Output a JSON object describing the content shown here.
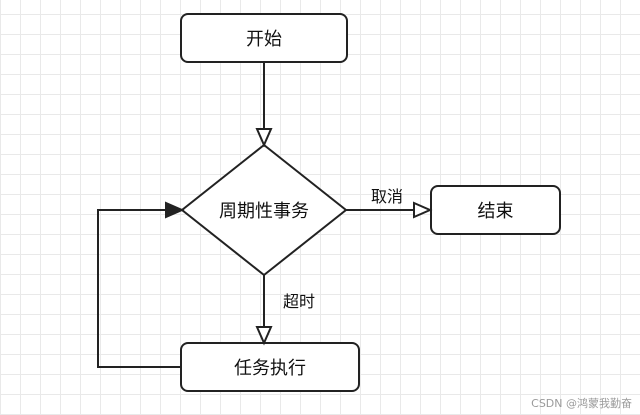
{
  "diagram": {
    "nodes": {
      "start": {
        "label": "开始",
        "shape": "rounded-rect"
      },
      "decision": {
        "label": "周期性事务",
        "shape": "diamond"
      },
      "end": {
        "label": "结束",
        "shape": "rounded-rect"
      },
      "task": {
        "label": "任务执行",
        "shape": "rounded-rect"
      }
    },
    "edges": {
      "cancel": {
        "from": "decision",
        "to": "end",
        "label": "取消"
      },
      "timeout": {
        "from": "decision",
        "to": "task",
        "label": "超时"
      },
      "start_to_decision": {
        "from": "start",
        "to": "decision"
      },
      "loop_back": {
        "from": "task",
        "to": "decision"
      }
    }
  },
  "watermark": "CSDN @鸿蒙我勤奋"
}
